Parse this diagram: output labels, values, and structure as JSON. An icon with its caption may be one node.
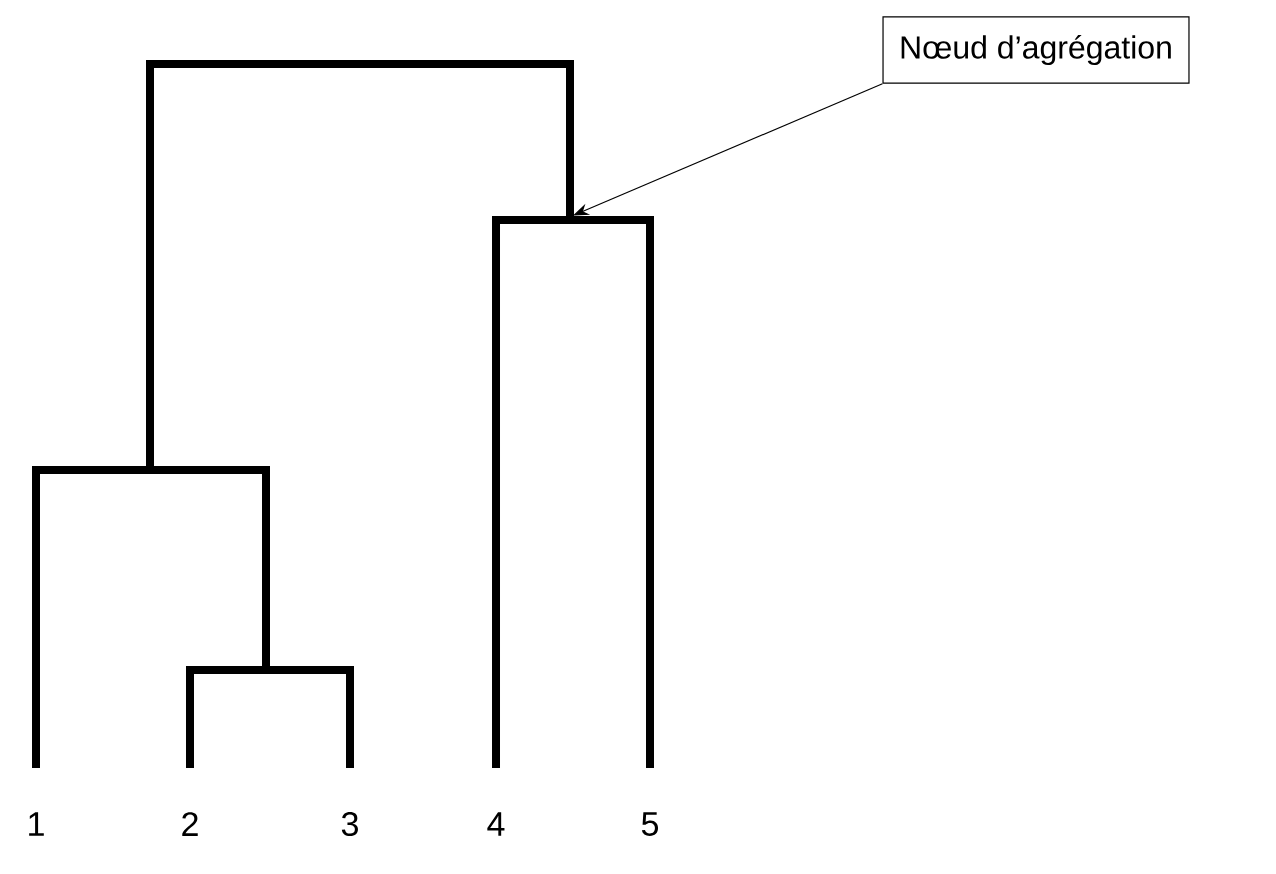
{
  "diagram": {
    "nodes": [
      {
        "text": [
          "Nœud d’agrégation"
        ]
      },
      {
        "text": [],
        "shape": "bar"
      }
    ],
    "edges": [
      {
        "from": 0,
        "to": 1,
        "arrow": "to"
      }
    ],
    "labels": [
      "1",
      "2",
      "3",
      "4",
      "5"
    ]
  }
}
